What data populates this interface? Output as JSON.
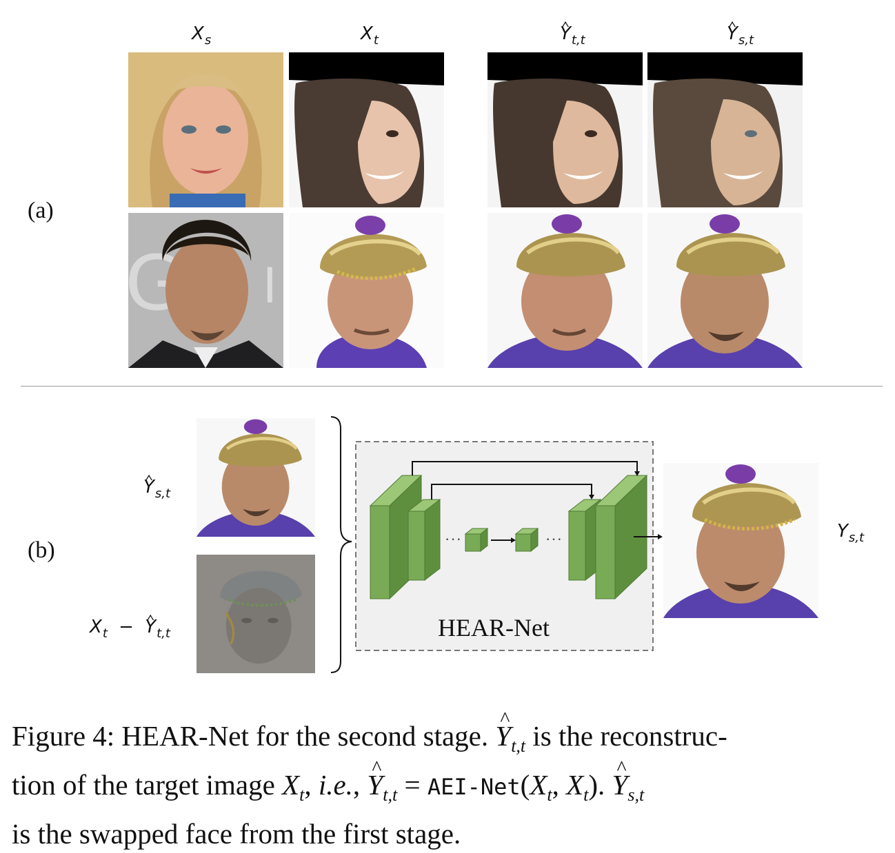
{
  "panel_a": {
    "label": "(a)",
    "col_headers": [
      {
        "base": "X",
        "sub": "s",
        "hat": false
      },
      {
        "base": "X",
        "sub": "t",
        "hat": false
      },
      {
        "base": "Y",
        "sub": "t,t",
        "hat": true
      },
      {
        "base": "Y",
        "sub": "s,t",
        "hat": true
      }
    ]
  },
  "panel_b": {
    "label": "(b)",
    "input_label_1": {
      "base": "Y",
      "sub": "s,t"
    },
    "input_label_2": {
      "left": "X",
      "left_sub": "t",
      "op": "−",
      "right": "Y",
      "right_sub": "t,t"
    },
    "net_label": "HEAR-Net",
    "output_label": {
      "base": "Y",
      "sub": "s,t"
    },
    "ellipsis": "···"
  },
  "caption": {
    "part1": "Figure 4: HEAR-Net for the second stage.",
    "part2": "is the reconstruc-",
    "part3": "tion of the target image",
    "part4": ",",
    "ie": "i.e.",
    "part5": "AEI-Net",
    "part6": "is the swapped face from the first stage."
  },
  "colors": {
    "block_front": "#79ab56",
    "block_side": "#5e8f3f",
    "block_top": "#9bc777",
    "box_fill": "#f0f0f0",
    "box_border": "#777777"
  }
}
